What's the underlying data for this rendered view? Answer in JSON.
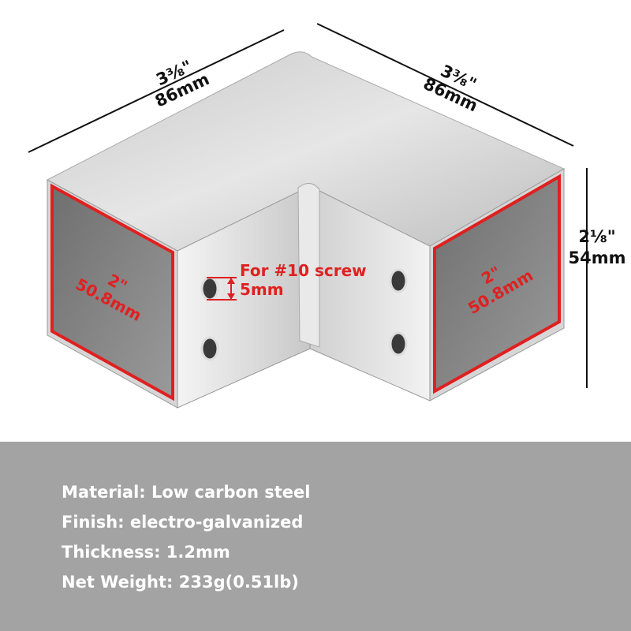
{
  "dimensions": {
    "left_width_in": "3⅜\"",
    "left_width_mm": "86mm",
    "right_width_in": "3⅜\"",
    "right_width_mm": "86mm",
    "height_in": "2⅛\"",
    "height_mm": "54mm",
    "left_opening_in": "2\"",
    "left_opening_mm": "50.8mm",
    "right_opening_in": "2\"",
    "right_opening_mm": "50.8mm"
  },
  "screw_note": {
    "label": "For #10 screw",
    "hole_size": "5mm"
  },
  "specs": [
    {
      "text": "Material: Low carbon steel"
    },
    {
      "text": "Finish: electro-galvanized"
    },
    {
      "text": "Thickness: 1.2mm"
    },
    {
      "text": "Net Weight: 233g(0.51lb)"
    }
  ],
  "colors": {
    "background": "#ffffff",
    "spec_band": "#a3a3a3",
    "highlight": "#e02020",
    "steel_light": "#dcdcdc",
    "steel_dark": "#7d7d7d"
  }
}
